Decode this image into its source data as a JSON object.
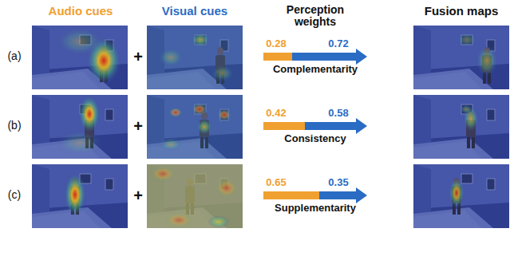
{
  "diagram": {
    "labels": [
      "Audio cues",
      "Visual cues",
      "Perception weights",
      "Fusion maps",
      "(a)",
      "+",
      "0.28",
      "0.72",
      "Complementarity",
      "(b)",
      "+",
      "0.42",
      "0.58",
      "Consistency",
      "(c)",
      "+",
      "0.65",
      "0.35",
      "Supplementarity"
    ]
  }
}
